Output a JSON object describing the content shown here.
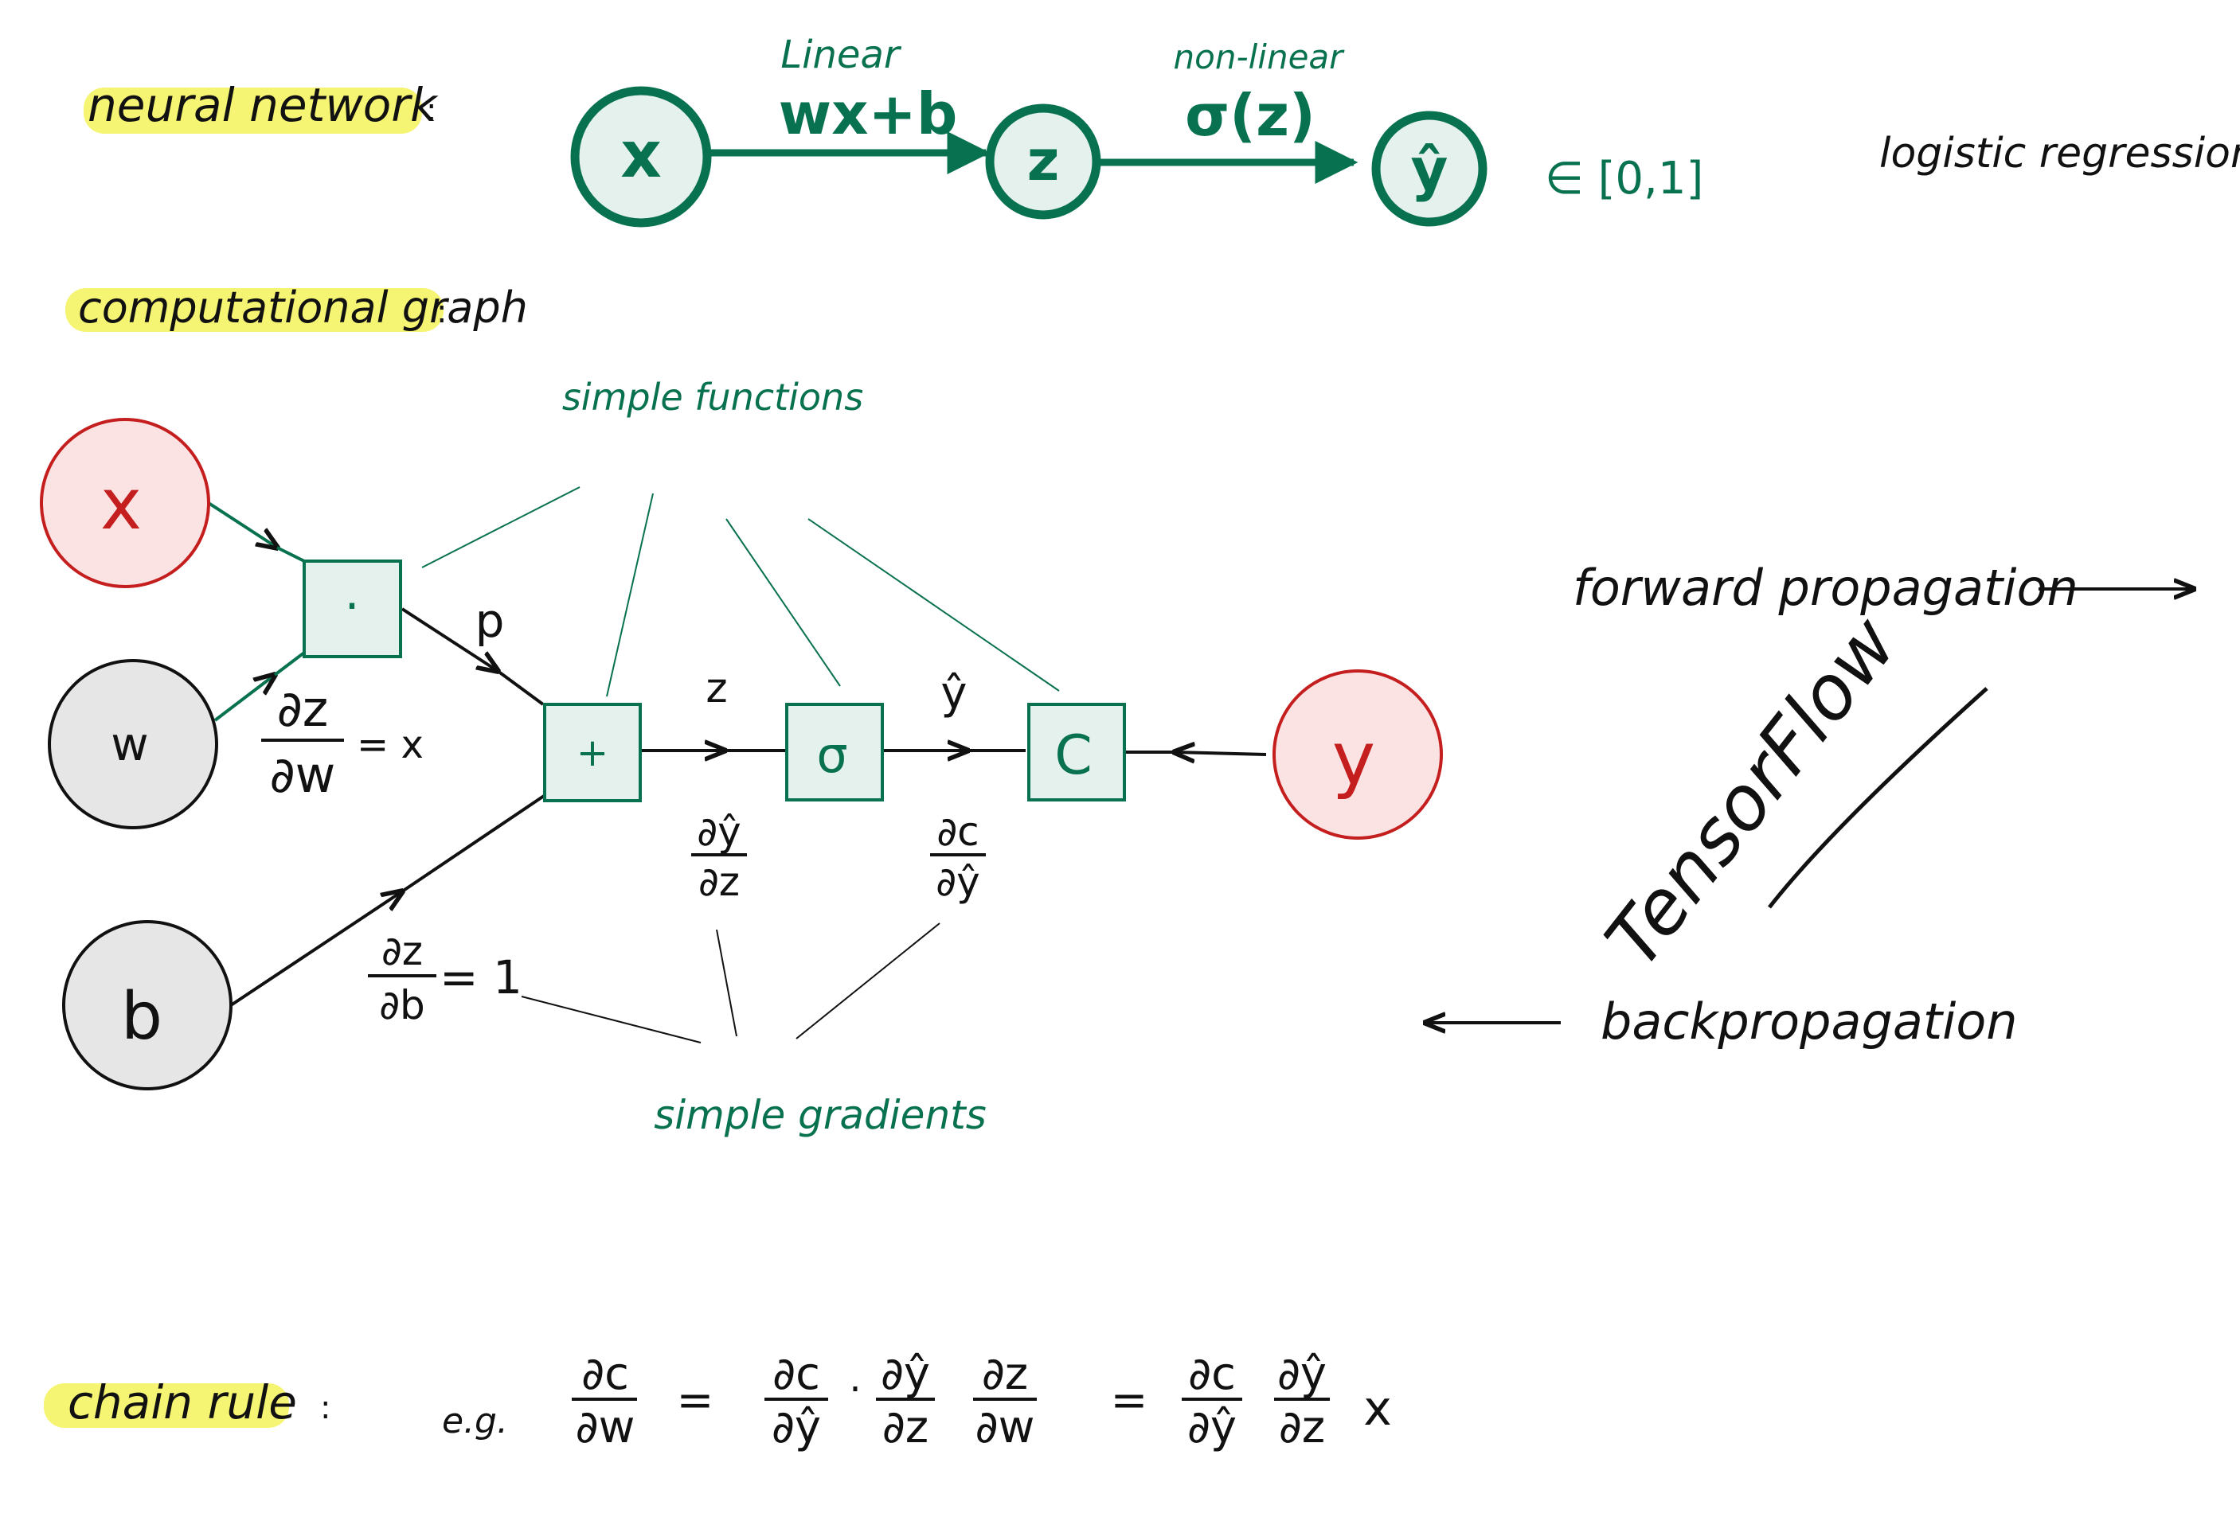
{
  "colors": {
    "green": "#08714f",
    "green_fill": "#e4f1ec",
    "red": "#c41e1e",
    "red_fill": "#fbe3e3",
    "gray_fill": "#e6e6e6",
    "ink": "#111111",
    "highlight": "#f4f25a"
  },
  "headings": {
    "neural_network": "neural network",
    "neural_network_colon": ":",
    "computational_graph": "computational graph",
    "computational_graph_colon": ":",
    "chain_rule": "chain rule",
    "chain_rule_colon": ":"
  },
  "top_network": {
    "node_x": "x",
    "node_z": "z",
    "node_yhat": "ŷ",
    "linear_label": "Linear",
    "linear_formula": "wx+b",
    "nonlinear_label": "non-linear",
    "nonlinear_formula": "σ(z)",
    "range": "∈ [0,1]",
    "logistic_regression": "logistic regression"
  },
  "graph": {
    "input_x": "x",
    "input_w": "w",
    "input_b": "b",
    "input_y": "y",
    "op_dot": "·",
    "op_plus": "+",
    "op_sigma": "σ",
    "op_cost": "C",
    "edge_p": "p",
    "edge_z": "z",
    "edge_yhat": "ŷ",
    "simple_functions": "simple functions",
    "simple_gradients": "simple gradients",
    "grad_dzdw_num": "∂z",
    "grad_dzdw_den": "∂w",
    "grad_dzdw_rhs": "= x",
    "grad_dzdb_num": "∂z",
    "grad_dzdb_den": "∂b",
    "grad_dzdb_rhs": "= 1",
    "grad_dyhatdz_num": "∂ŷ",
    "grad_dyhatdz_den": "∂z",
    "grad_dcdyhat_num": "∂c",
    "grad_dcdyhat_den": "∂ŷ"
  },
  "right_panel": {
    "forward_propagation": "forward propagation",
    "tensorflow": "TensorFlow",
    "backpropagation": "backpropagation"
  },
  "chain": {
    "eg": "e.g.",
    "lhs_num": "∂c",
    "lhs_den": "∂w",
    "eq1": "=",
    "t1_num": "∂c",
    "t1_den": "∂ŷ",
    "dot": "·",
    "t2_num": "∂ŷ",
    "t2_den": "∂z",
    "t3_num": "∂z",
    "t3_den": "∂w",
    "eq2": "=",
    "r1_num": "∂c",
    "r1_den": "∂ŷ",
    "r2_num": "∂ŷ",
    "r2_den": "∂z",
    "r_tail": "x"
  }
}
